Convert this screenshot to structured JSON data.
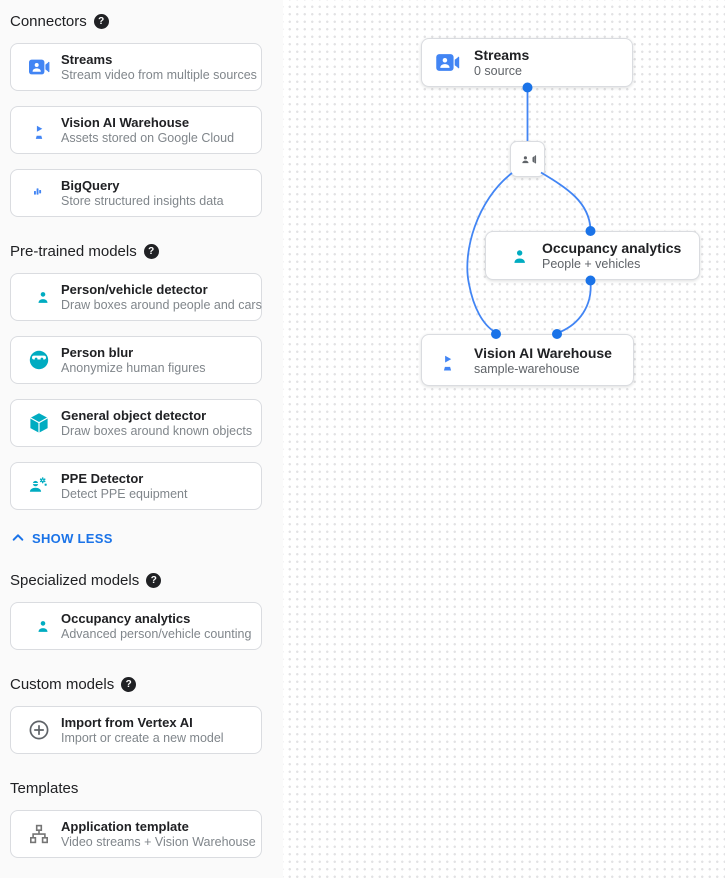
{
  "colors": {
    "accent_blue": "#1a73e8",
    "icon_blue": "#4285f4",
    "edge_blue": "#4285f4",
    "teal": "#00acc1",
    "title_text": "#202124",
    "subtitle_text": "#80868b",
    "card_border": "#dadce0"
  },
  "sidebar": {
    "sections": [
      {
        "title": "Connectors",
        "has_help": true,
        "items": [
          {
            "icon": "video-camera-icon",
            "title": "Streams",
            "subtitle": "Stream video from multiple sources"
          },
          {
            "icon": "monitor-play-icon",
            "title": "Vision AI Warehouse",
            "subtitle": "Assets stored on Google Cloud"
          },
          {
            "icon": "bigquery-magnifier-icon",
            "title": "BigQuery",
            "subtitle": "Store structured insights data"
          }
        ]
      },
      {
        "title": "Pre-trained models",
        "has_help": true,
        "items": [
          {
            "icon": "people-icon",
            "title": "Person/vehicle detector",
            "subtitle": "Draw boxes around people and cars"
          },
          {
            "icon": "face-icon",
            "title": "Person blur",
            "subtitle": "Anonymize human figures"
          },
          {
            "icon": "cube-icon",
            "title": "General object detector",
            "subtitle": "Draw boxes around known objects"
          },
          {
            "icon": "worker-icon",
            "title": "PPE Detector",
            "subtitle": "Detect PPE equipment"
          }
        ]
      },
      {
        "title": "Specialized models",
        "has_help": true,
        "items": [
          {
            "icon": "people-icon",
            "title": "Occupancy analytics",
            "subtitle": "Advanced person/vehicle counting"
          }
        ]
      },
      {
        "title": "Custom models",
        "has_help": true,
        "items": [
          {
            "icon": "add-circle-icon",
            "title": "Import from Vertex AI",
            "subtitle": "Import or create a new model"
          }
        ]
      },
      {
        "title": "Templates",
        "has_help": false,
        "items": [
          {
            "icon": "schema-tree-icon",
            "title": "Application template",
            "subtitle": "Video streams + Vision Warehouse"
          }
        ]
      }
    ],
    "show_less_label": "SHOW LESS"
  },
  "canvas": {
    "nodes": {
      "streams": {
        "icon": "video-camera-icon",
        "title": "Streams",
        "subtitle": "0 source"
      },
      "camera_mini": {
        "icon": "video-camera-icon"
      },
      "occupancy": {
        "icon": "people-icon",
        "title": "Occupancy analytics",
        "subtitle": "People + vehicles"
      },
      "warehouse": {
        "icon": "monitor-play-icon",
        "title": "Vision AI Warehouse",
        "subtitle": "sample-warehouse"
      }
    }
  }
}
